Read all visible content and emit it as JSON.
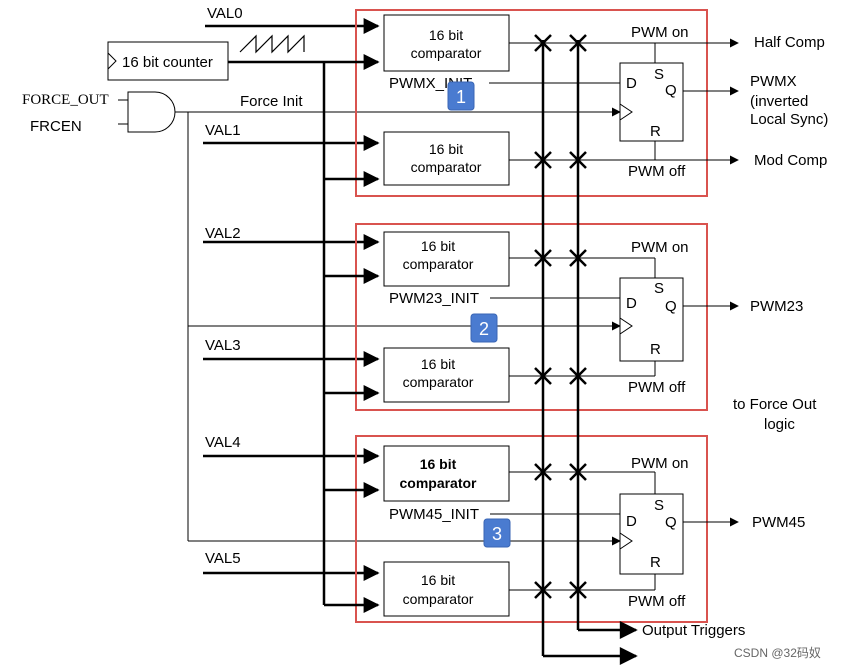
{
  "signals": {
    "val0": "VAL0",
    "val1": "VAL1",
    "val2": "VAL2",
    "val3": "VAL3",
    "val4": "VAL4",
    "val5": "VAL5",
    "force_out": "FORCE_OUT",
    "frcen": "FRCEN",
    "force_init": "Force Init"
  },
  "counter": {
    "label": "16 bit counter"
  },
  "comparator": {
    "line1": "16 bit",
    "line2": "comparator"
  },
  "flipflop": {
    "s": "S",
    "q": "Q",
    "d": "D",
    "r": "R"
  },
  "groups": [
    {
      "badge": "1",
      "init": "PWMX_INIT",
      "pwm_on": "PWM on",
      "pwm_off": "PWM off",
      "out_top": "Half Comp",
      "out_q_lines": [
        "PWMX",
        "(inverted",
        "Local Sync)"
      ],
      "out_bottom": "Mod Comp"
    },
    {
      "badge": "2",
      "init": "PWM23_INIT",
      "pwm_on": "PWM on",
      "pwm_off": "PWM off",
      "out_q_lines": [
        "PWM23"
      ]
    },
    {
      "badge": "3",
      "init": "PWM45_INIT",
      "pwm_on": "PWM on",
      "pwm_off": "PWM off",
      "out_q_lines": [
        "PWM45"
      ]
    }
  ],
  "side_note": {
    "line1": "to Force Out",
    "line2": "logic"
  },
  "output_triggers": "Output Triggers",
  "watermark": "CSDN @32码奴",
  "colors": {
    "group_border": "#d9534f",
    "badge_fill": "#4a7bd0",
    "badge_text": "#ffffff"
  }
}
